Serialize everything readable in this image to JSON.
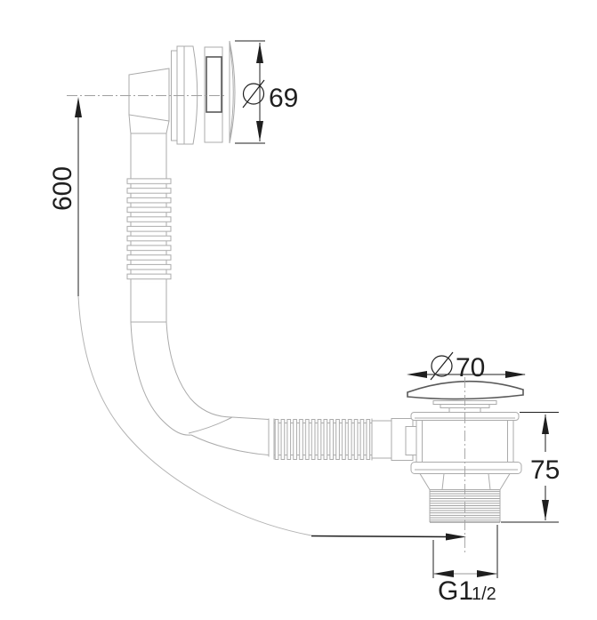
{
  "meta": {
    "type": "technical-drawing",
    "subject": "bath waste and overflow assembly with flexible hose"
  },
  "colors": {
    "background": "#ffffff",
    "outline": "#ababab",
    "outline_dark": "#595959",
    "dimension": "#1f1f1f",
    "centerline": "#a0a0a0",
    "leader": "#b4b4b4"
  },
  "dimensions": {
    "hose_length": {
      "value": "600"
    },
    "overflow_cap_diameter": {
      "symbol": "diameter",
      "value": "69"
    },
    "drain_cap_diameter": {
      "symbol": "diameter",
      "value": "70"
    },
    "drain_height": {
      "value": "75"
    },
    "thread": {
      "main": "G1",
      "fraction": "1/2"
    }
  }
}
